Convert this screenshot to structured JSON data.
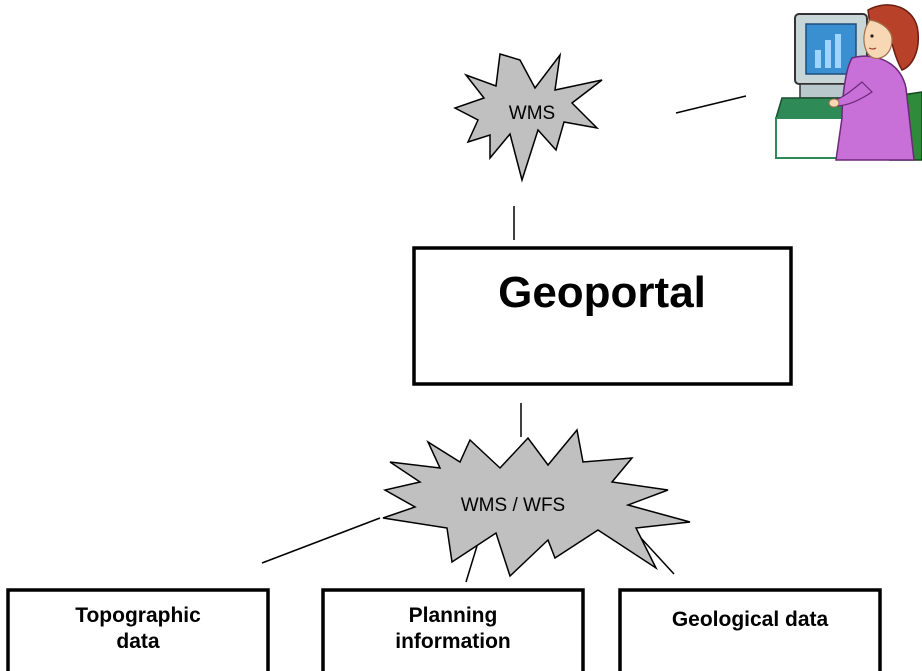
{
  "diagram": {
    "top_burst_label": "WMS",
    "geoportal_label": "Geoportal",
    "middle_burst_label": "WMS / WFS",
    "source_boxes": [
      {
        "line1": "Topographic",
        "line2": "data"
      },
      {
        "line1": "Planning",
        "line2": "information"
      },
      {
        "line1": "Geological data",
        "line2": ""
      }
    ],
    "user_icon": "person-at-computer-icon"
  },
  "colors": {
    "burst_fill": "#c0c0c0",
    "stroke": "#000000",
    "skin": "#f7d7b4",
    "hair": "#b8412a",
    "shirt": "#c86fd8",
    "monitor": "#c8d6d8",
    "screen": "#3a8fd1",
    "chair": "#2e8b3a"
  }
}
